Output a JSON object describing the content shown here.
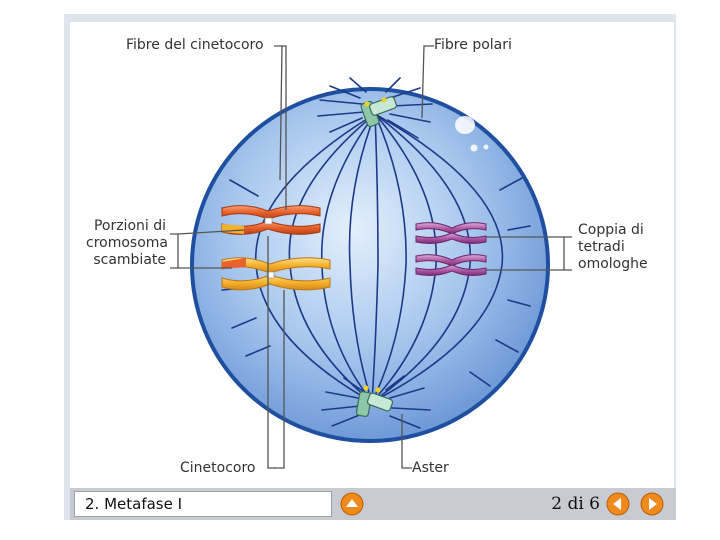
{
  "labels": {
    "kinetochore_fibers": "Fibre del cinetocoro",
    "polar_fibers": "Fibre polari",
    "exchanged_line1": "Porzioni di",
    "exchanged_line2": "cromosoma",
    "exchanged_line3": "scambiate",
    "tetrad_line1": "Coppia di",
    "tetrad_line2": "tetradi",
    "tetrad_line3": "omologhe",
    "kinetochore": "Cinetocoro",
    "aster": "Aster"
  },
  "footer": {
    "title": "2. Metafase I",
    "page_count": "2 di 6",
    "up_icon": "up-arrow-icon",
    "prev_icon": "left-arrow-icon",
    "next_icon": "right-arrow-icon"
  },
  "colors": {
    "cell": "#8fb6e6",
    "cell_edge": "#1f4fa0",
    "spindle": "#1d3a8a",
    "chromosome_red": "#e8622a",
    "chromosome_yellow": "#f5b12a",
    "tetrad_purple": "#b05aa8",
    "nav_button": "#f08a1c"
  }
}
